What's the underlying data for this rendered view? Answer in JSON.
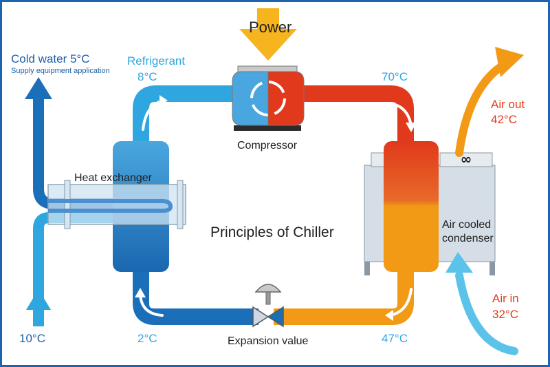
{
  "title": "Principles of Chiller",
  "power": "Power",
  "compressor": "Compressor",
  "heat_exchanger": "Heat exchanger",
  "expansion_valve": "Expansion value",
  "condenser": [
    "Air cooled",
    "condenser"
  ],
  "cold_water": {
    "label": "Cold water 5°C",
    "sub": "Supply equipment application"
  },
  "inlet_temp": "10°C",
  "refrigerant": {
    "label": "Refrigerant",
    "temp": "8°C"
  },
  "temp_hot": "70°C",
  "temp_after_condenser": "47°C",
  "temp_after_valve": "2°C",
  "air_out": {
    "label": "Air out",
    "temp": "42°C"
  },
  "air_in": {
    "label": "Air in",
    "temp": "32°C"
  },
  "colors": {
    "refrigerant_light_blue": "#2fa6e0",
    "refrigerant_dark_blue": "#1a6fb8",
    "hot_red": "#e0391c",
    "warm_orange": "#f29a16",
    "power_yellow": "#f6b51f",
    "air_in_blue": "#5bc3ea",
    "frame_blue": "#1e63b0"
  }
}
